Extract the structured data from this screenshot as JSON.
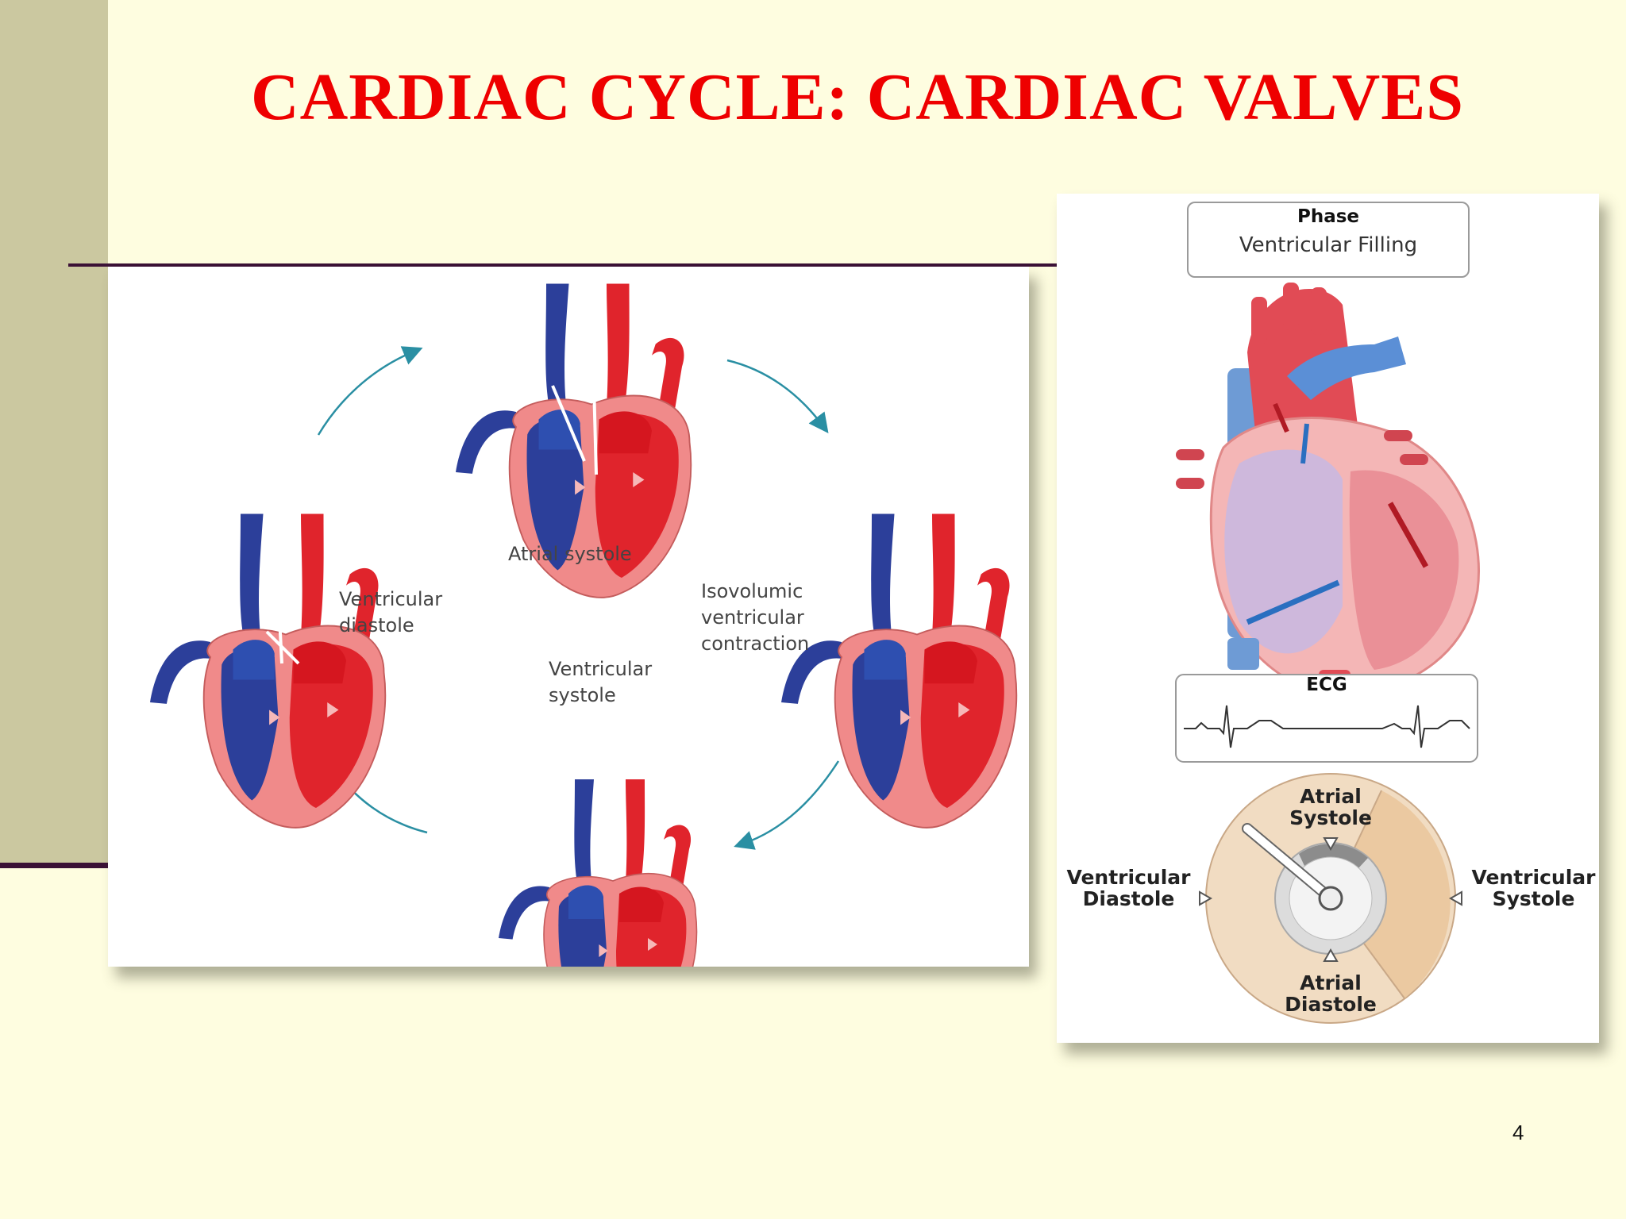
{
  "slide": {
    "title": "CARDIAC CYCLE: CARDIAC VALVES",
    "page_number": "4"
  },
  "cycle_diagram": {
    "labels": {
      "atrial_systole": "Atrial systole",
      "ventricular_diastole": "Ventricular\ndiastole",
      "isovolumic": "Isovolumic\nventricular\ncontraction",
      "ventricular_systole": "Ventricular\nsystole"
    }
  },
  "phase_diagram": {
    "phase_heading": "Phase",
    "phase_value": "Ventricular Filling",
    "ecg_heading": "ECG",
    "dial": {
      "atrial_systole": "Atrial\nSystole",
      "atrial_diastole": "Atrial\nDiastole",
      "ventricular_diastole": "Ventricular\nDiastole",
      "ventricular_systole": "Ventricular\nSystole"
    }
  },
  "colors": {
    "title": "#ee0000",
    "sidebar": "#cbc8a0",
    "background": "#fefde0",
    "rule": "#3b1136",
    "vein_blue": "#2c3f9a",
    "artery_red": "#e0242c",
    "heart_pink": "#f08a8a",
    "arrow_teal": "#2a8fa3"
  }
}
